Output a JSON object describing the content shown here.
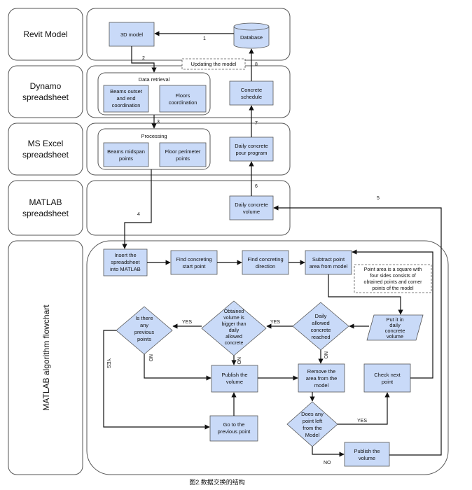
{
  "lanes": {
    "revit": "Revit Model",
    "dynamo": [
      "Dynamo",
      "spreadsheet"
    ],
    "excel": [
      "MS Excel",
      "spreadsheet"
    ],
    "matlab": [
      "MATLAB",
      "spreadsheet"
    ],
    "flow": "MATLAB algorithm flowchart"
  },
  "nodes": {
    "model3d": "3D model",
    "database": "Database",
    "updating": "Updating the model",
    "data_retrieval": "Data retrieval",
    "beams_outset": [
      "Beams outset",
      "and end",
      "coordination"
    ],
    "floors_coord": [
      "Floors",
      "coordination"
    ],
    "concrete_schedule": [
      "Concrete",
      "schedule"
    ],
    "processing": "Processing",
    "beams_midspan": [
      "Beams midspan",
      "points"
    ],
    "floor_perimeter": [
      "Floor perimeter",
      "points"
    ],
    "pour_program": [
      "Daily concrete",
      "pour program"
    ],
    "daily_volume": [
      "Daily concrete",
      "volume"
    ],
    "insert": [
      "Insert the",
      "spreadsheet",
      "into MATLAB"
    ],
    "find_start": [
      "Find concreting",
      "start point"
    ],
    "find_dir": [
      "Find concreting",
      "direction"
    ],
    "subtract": [
      "Subtract point",
      "area from model"
    ],
    "note": [
      "Point area is a square with",
      "four sides consists of",
      "obtained points and corner",
      "points of the model"
    ],
    "put_in": [
      "Put it in",
      "daily",
      "concrete",
      "volume"
    ],
    "d_previous": [
      "Is there",
      "any",
      "previous",
      "points"
    ],
    "d_bigger": [
      "Obtained",
      "volume is",
      "bigger than",
      "daily",
      "allowed",
      "concrete"
    ],
    "d_reached": [
      "Daily",
      "allowed",
      "concrete",
      "reached"
    ],
    "publish1": [
      "Publish the",
      "volume"
    ],
    "remove": [
      "Remove the",
      "area from the",
      "model"
    ],
    "check_next": [
      "Check next",
      "point"
    ],
    "go_prev": [
      "Go to the",
      "previous point"
    ],
    "d_anypoint": [
      "Does any",
      "point left",
      "from the",
      "Model"
    ],
    "publish2": [
      "Publish the",
      "volume"
    ]
  },
  "edge_labels": {
    "e1": "1",
    "e2": "2",
    "e3": "3",
    "e4": "4",
    "e5": "5",
    "e6": "6",
    "e7": "7",
    "e8": "8",
    "yes_a": "YES",
    "yes_b": "YES",
    "yes_c": "YES",
    "yes_d": "YES",
    "no_a": "NO",
    "no_b": "NO",
    "no_c": "NO",
    "no_d": "NO"
  },
  "caption": "图2.数据交换的结构"
}
